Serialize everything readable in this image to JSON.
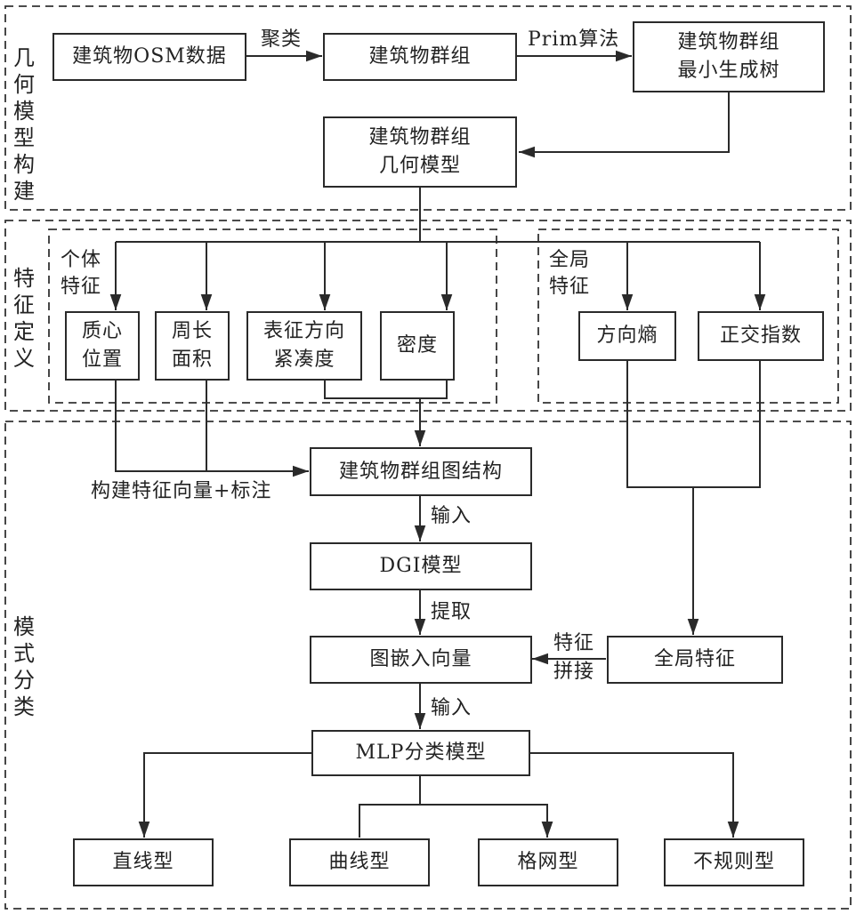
{
  "sections": {
    "geometry": "几何模型构建",
    "feature": "特征定义",
    "classify": "模式分类"
  },
  "groups": {
    "individual": [
      "个体",
      "特征"
    ],
    "global": [
      "全局",
      "特征"
    ]
  },
  "nodes": {
    "osm": "建筑物OSM数据",
    "group": "建筑物群组",
    "mst": [
      "建筑物群组",
      "最小生成树"
    ],
    "geom": [
      "建筑物群组",
      "几何模型"
    ],
    "centroid": [
      "质心",
      "位置"
    ],
    "perimeter": [
      "周长",
      "面积"
    ],
    "orientation": [
      "表征方向",
      "紧凑度"
    ],
    "density": "密度",
    "entropy": "方向熵",
    "ortho": "正交指数",
    "graph": "建筑物群组图结构",
    "dgi": "DGI模型",
    "embed": "图嵌入向量",
    "global_feat": "全局特征",
    "mlp": "MLP分类模型",
    "straight": "直线型",
    "curve": "曲线型",
    "grid": "格网型",
    "irregular": "不规则型"
  },
  "edge_labels": {
    "cluster": "聚类",
    "prim": "Prim算法",
    "build_vec": "构建特征向量+标注",
    "input1": "输入",
    "extract": "提取",
    "concat": [
      "特征",
      "拼接"
    ],
    "input2": "输入"
  }
}
